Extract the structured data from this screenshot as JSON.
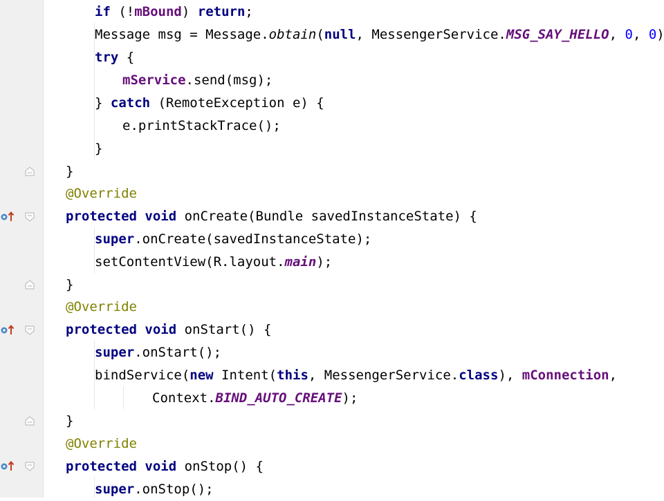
{
  "editor": {
    "lines": [
      [
        {
          "t": "kw",
          "v": "if"
        },
        {
          "t": "plain",
          "v": " (!"
        },
        {
          "t": "field",
          "v": "mBound"
        },
        {
          "t": "plain",
          "v": ") "
        },
        {
          "t": "kw",
          "v": "return"
        },
        {
          "t": "plain",
          "v": ";"
        }
      ],
      [
        {
          "t": "plain",
          "v": "Message msg = Message."
        },
        {
          "t": "static-method",
          "v": "obtain"
        },
        {
          "t": "plain",
          "v": "("
        },
        {
          "t": "kw",
          "v": "null"
        },
        {
          "t": "plain",
          "v": ", MessengerService."
        },
        {
          "t": "const",
          "v": "MSG_SAY_HELLO"
        },
        {
          "t": "plain",
          "v": ", "
        },
        {
          "t": "num",
          "v": "0"
        },
        {
          "t": "plain",
          "v": ", "
        },
        {
          "t": "num",
          "v": "0"
        },
        {
          "t": "plain",
          "v": ");"
        }
      ],
      [
        {
          "t": "kw",
          "v": "try"
        },
        {
          "t": "plain",
          "v": " {"
        }
      ],
      [
        {
          "t": "field",
          "v": "mService"
        },
        {
          "t": "plain",
          "v": ".send(msg);"
        }
      ],
      [
        {
          "t": "plain",
          "v": "} "
        },
        {
          "t": "kw",
          "v": "catch"
        },
        {
          "t": "plain",
          "v": " (RemoteException e) {"
        }
      ],
      [
        {
          "t": "plain",
          "v": "e.printStackTrace();"
        }
      ],
      [
        {
          "t": "plain",
          "v": "}"
        }
      ],
      [
        {
          "t": "plain",
          "v": "}"
        }
      ],
      [
        {
          "t": "anno",
          "v": "@Override"
        }
      ],
      [
        {
          "t": "kw",
          "v": "protected"
        },
        {
          "t": "plain",
          "v": " "
        },
        {
          "t": "kw",
          "v": "void"
        },
        {
          "t": "plain",
          "v": " onCreate(Bundle savedInstanceState) {"
        }
      ],
      [
        {
          "t": "kw",
          "v": "super"
        },
        {
          "t": "plain",
          "v": ".onCreate(savedInstanceState);"
        }
      ],
      [
        {
          "t": "plain",
          "v": "setContentView(R.layout."
        },
        {
          "t": "const",
          "v": "main"
        },
        {
          "t": "plain",
          "v": ");"
        }
      ],
      [
        {
          "t": "plain",
          "v": "}"
        }
      ],
      [
        {
          "t": "anno",
          "v": "@Override"
        }
      ],
      [
        {
          "t": "kw",
          "v": "protected"
        },
        {
          "t": "plain",
          "v": " "
        },
        {
          "t": "kw",
          "v": "void"
        },
        {
          "t": "plain",
          "v": " onStart() {"
        }
      ],
      [
        {
          "t": "kw",
          "v": "super"
        },
        {
          "t": "plain",
          "v": ".onStart();"
        }
      ],
      [
        {
          "t": "plain",
          "v": "bindService("
        },
        {
          "t": "kw",
          "v": "new"
        },
        {
          "t": "plain",
          "v": " Intent("
        },
        {
          "t": "kw",
          "v": "this"
        },
        {
          "t": "plain",
          "v": ", MessengerService."
        },
        {
          "t": "kw",
          "v": "class"
        },
        {
          "t": "plain",
          "v": "), "
        },
        {
          "t": "field",
          "v": "mConnection"
        },
        {
          "t": "plain",
          "v": ","
        }
      ],
      [
        {
          "t": "plain",
          "v": "Context."
        },
        {
          "t": "const",
          "v": "BIND_AUTO_CREATE"
        },
        {
          "t": "plain",
          "v": ");"
        }
      ],
      [
        {
          "t": "plain",
          "v": "}"
        }
      ],
      [
        {
          "t": "anno",
          "v": "@Override"
        }
      ],
      [
        {
          "t": "kw",
          "v": "protected"
        },
        {
          "t": "plain",
          "v": " "
        },
        {
          "t": "kw",
          "v": "void"
        },
        {
          "t": "plain",
          "v": " onStop() {"
        }
      ],
      [
        {
          "t": "kw",
          "v": "super"
        },
        {
          "t": "plain",
          "v": ".onStop();"
        }
      ]
    ]
  },
  "colors": {
    "keyword": "#000080",
    "field": "#660e7a",
    "number": "#0000ff",
    "annotation": "#808000",
    "gutter_bg": "#f0f0f0"
  },
  "gutter": {
    "override_icon": "override-up-arrow-icon",
    "fold_icon": "fold-toggle-icon"
  }
}
